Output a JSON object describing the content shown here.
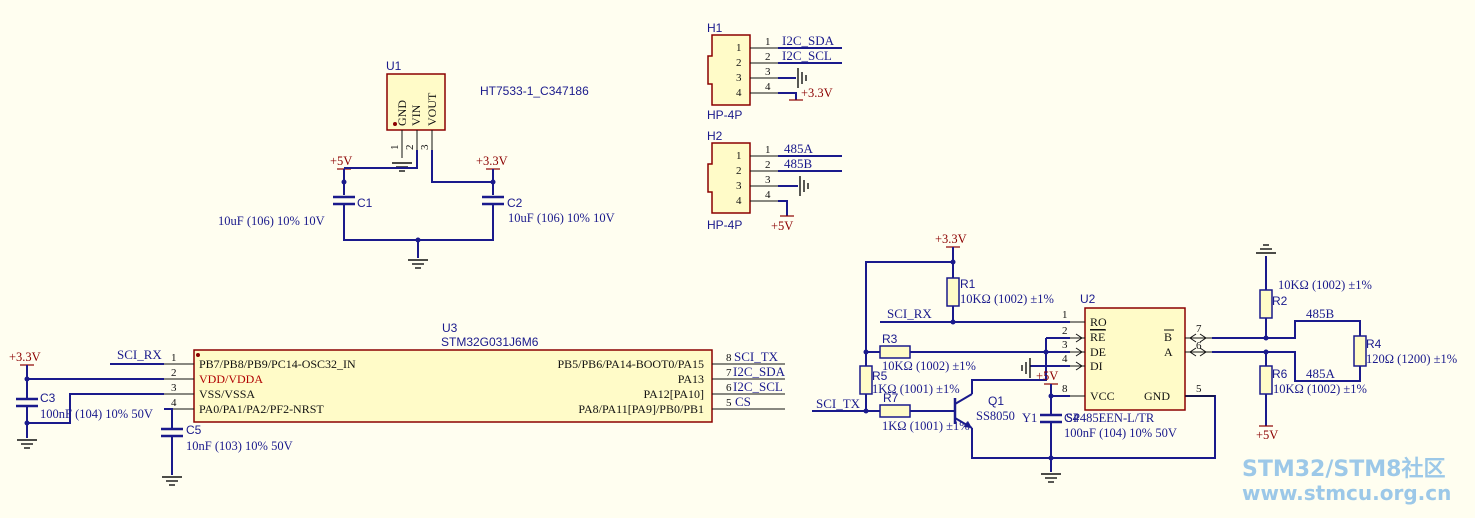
{
  "u1": {
    "designator": "U1",
    "part": "HT7533-1_C347186",
    "pin_gnd": "GND",
    "pin_vin": "VIN",
    "pin_vout": "VOUT",
    "n1": "1",
    "n2": "2",
    "n3": "3"
  },
  "c1": {
    "designator": "C1",
    "value": "10uF (106) 10% 10V"
  },
  "c2": {
    "designator": "C2",
    "value": "10uF (106) 10% 10V"
  },
  "power": {
    "p5v_a": "+5V",
    "p33_a": "+3.3V",
    "p33_h1": "+3.3V",
    "p5v_h2": "+5V",
    "p33_u2": "+3.3V",
    "p5v_u2": "+5V",
    "p33_u3": "+3.3V",
    "p5v_r6": "+5V"
  },
  "h1": {
    "designator": "H1",
    "part": "HP-4P",
    "pins": [
      "1",
      "2",
      "3",
      "4"
    ],
    "nets": [
      "I2C_SDA",
      "I2C_SCL"
    ],
    "outer": [
      "1",
      "2",
      "3",
      "4"
    ]
  },
  "h2": {
    "designator": "H2",
    "part": "HP-4P",
    "pins": [
      "1",
      "2",
      "3",
      "4"
    ],
    "nets": [
      "485A",
      "485B"
    ],
    "outer": [
      "1",
      "2",
      "3",
      "4"
    ]
  },
  "u3": {
    "designator": "U3",
    "part": "STM32G031J6M6",
    "left_pins": [
      "PB7/PB8/PB9/PC14-OSC32_IN",
      "VDD/VDDA",
      "VSS/VSSA",
      "PA0/PA1/PA2/PF2-NRST"
    ],
    "left_nums": [
      "1",
      "2",
      "3",
      "4"
    ],
    "right_pins": [
      "PB5/PB6/PA14-BOOT0/PA15",
      "PA13",
      "PA12[PA10]",
      "PA8/PA11[PA9]/PB0/PB1"
    ],
    "right_nums": [
      "8",
      "7",
      "6",
      "5"
    ],
    "left_nets": [
      "SCI_RX"
    ],
    "right_nets": [
      "SCI_TX",
      "I2C_SDA",
      "I2C_SCL",
      "CS"
    ]
  },
  "c3": {
    "designator": "C3",
    "value": "100nF (104) 10% 50V"
  },
  "c5": {
    "designator": "C5",
    "value": "10nF (103) 10% 50V"
  },
  "r1": {
    "designator": "R1",
    "value": "10KΩ (1002) ±1%"
  },
  "r3": {
    "designator": "R3",
    "value": "10KΩ (1002) ±1%"
  },
  "r5": {
    "designator": "R5",
    "value": "1KΩ (1001) ±1%"
  },
  "r7": {
    "designator": "R7",
    "value": "1KΩ (1001) ±1%"
  },
  "q1": {
    "designator": "Q1",
    "part": "SS8050",
    "y": "Y1"
  },
  "c4": {
    "designator": "C4",
    "value": "100nF (104) 10% 50V"
  },
  "u2": {
    "designator": "U2",
    "part": "SP485EEN-L/TR",
    "pins": [
      "RO",
      "RE",
      "DE",
      "DI",
      "VCC",
      "GND",
      "B",
      "A"
    ],
    "nums": [
      "1",
      "2",
      "3",
      "4",
      "8",
      "5",
      "7",
      "6"
    ]
  },
  "r2": {
    "designator": "R2",
    "value": "10KΩ (1002) ±1%"
  },
  "r4": {
    "designator": "R4",
    "value": "120Ω (1200) ±1%"
  },
  "r6": {
    "designator": "R6",
    "value": "10KΩ (1002) ±1%"
  },
  "nets485": {
    "rx": "SCI_RX",
    "tx": "SCI_TX",
    "b": "485B",
    "a": "485A"
  },
  "watermark": {
    "line1": "STM32/STM8社区",
    "line2": "www.stmcu.org.cn"
  }
}
